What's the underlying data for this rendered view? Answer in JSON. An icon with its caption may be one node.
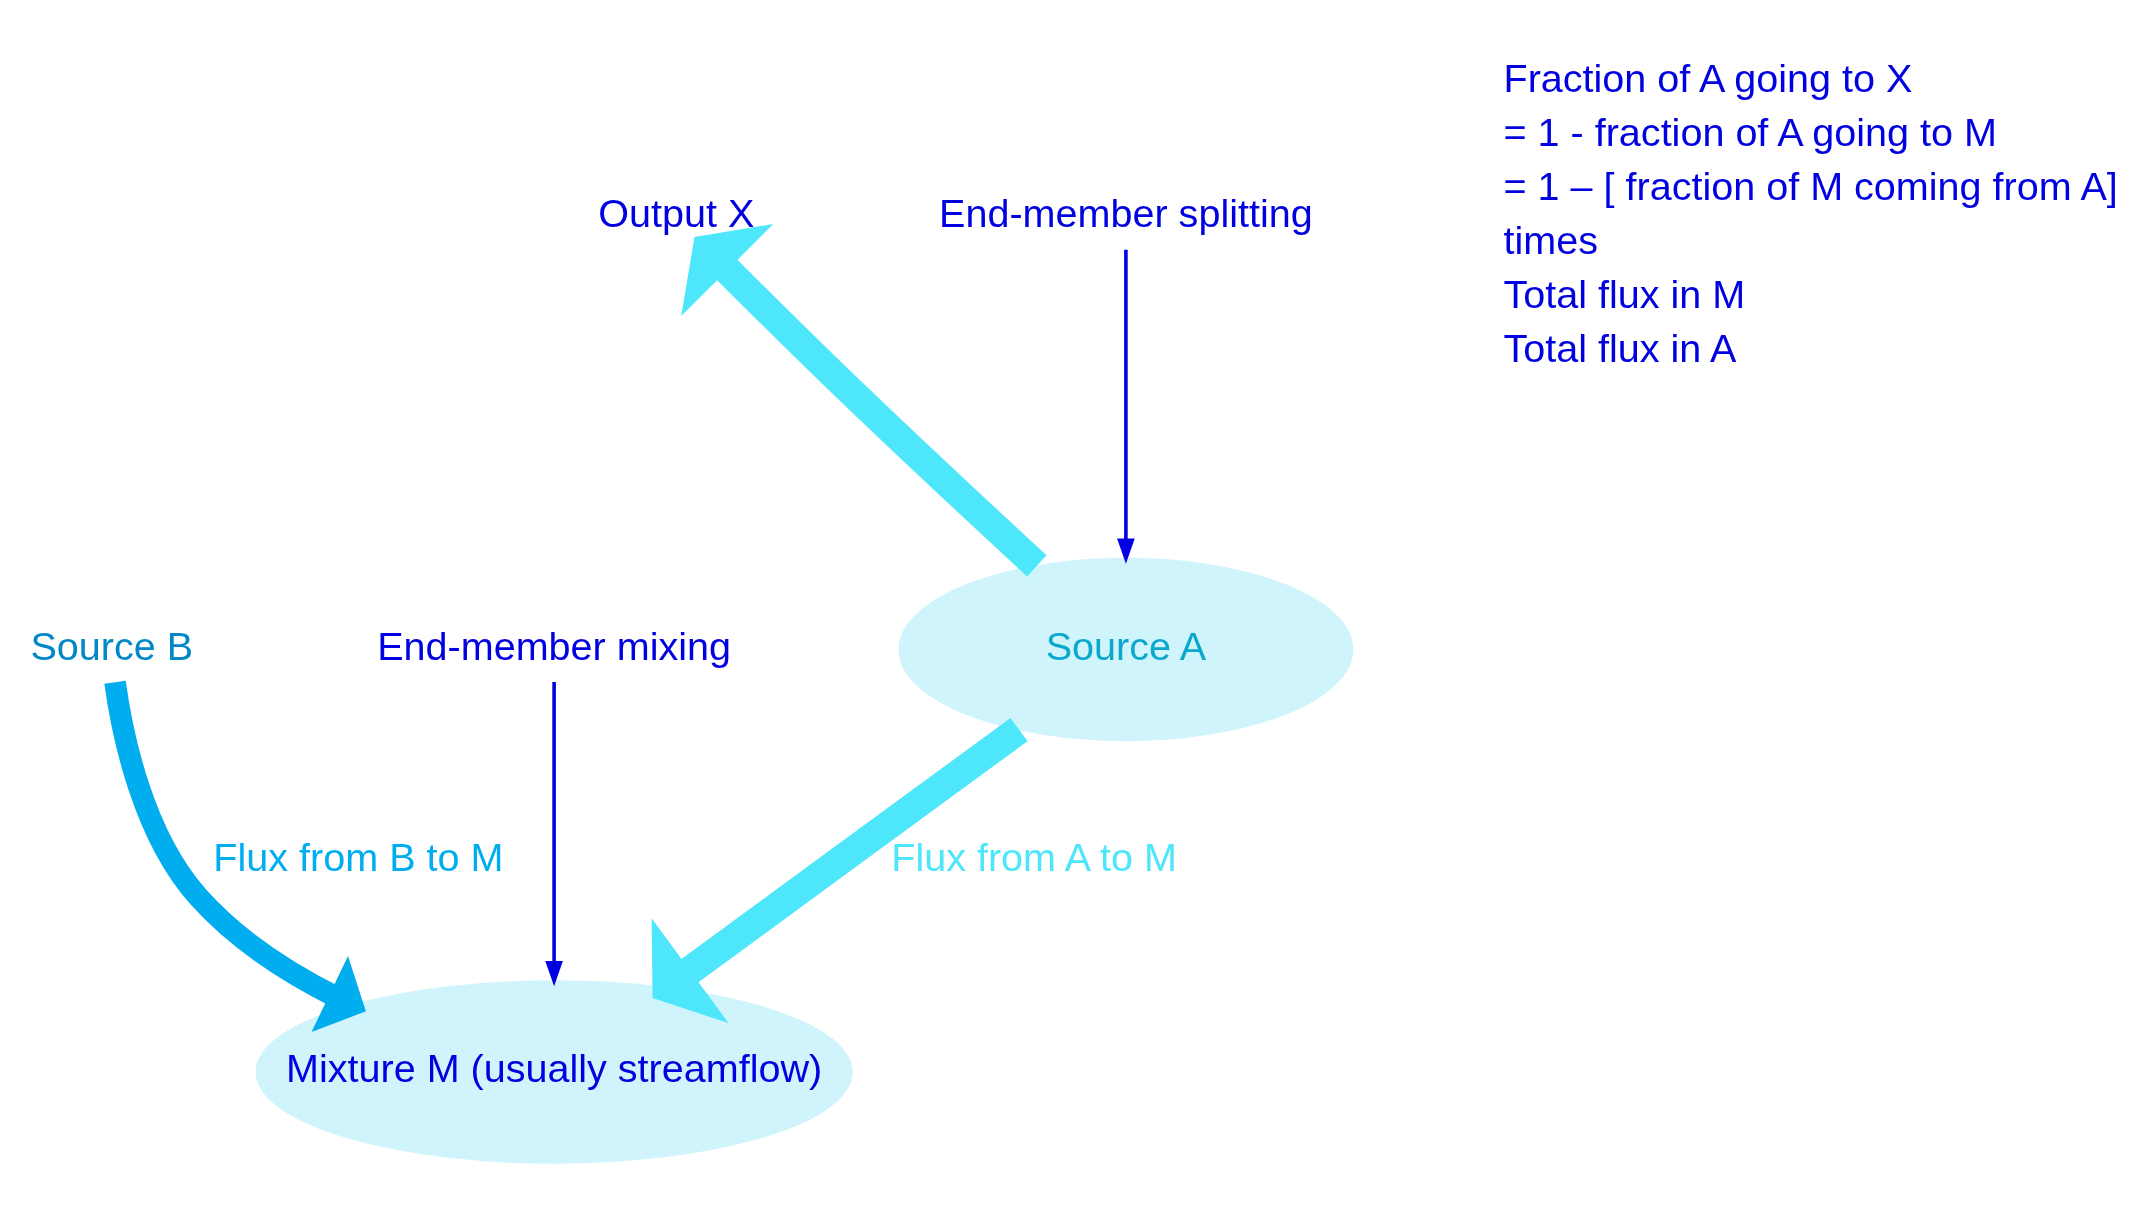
{
  "diagram": {
    "nodes": [
      {
        "text": [
          "Source A"
        ]
      },
      {
        "text": [
          "Mixture M (usually streamflow)"
        ]
      },
      {
        "text": [
          "Output X"
        ]
      },
      {
        "text": [
          "Source B"
        ]
      },
      {
        "text": [
          "End-member splitting"
        ]
      },
      {
        "text": [
          "End-member mixing"
        ]
      }
    ],
    "edges": [
      {
        "from": 0,
        "to": 2,
        "arrow": "to",
        "color": "#4de6fa"
      },
      {
        "from": 0,
        "to": 1,
        "arrow": "to",
        "color": "#4de6fa",
        "label": "Flux from A to M"
      },
      {
        "from": 3,
        "to": 1,
        "arrow": "to",
        "color": "#00aeef",
        "label": "Flux from B to M"
      },
      {
        "from": 4,
        "to": 0,
        "arrow": "to",
        "color": "#0000e0"
      },
      {
        "from": 5,
        "to": 1,
        "arrow": "to",
        "color": "#0000e0"
      }
    ],
    "labels": [
      "Fraction of A going to X",
      "= 1 - fraction of A going to M",
      "= 1 – [ fraction of M coming from A]",
      "times",
      "Total flux in M",
      "Total flux in A"
    ]
  }
}
